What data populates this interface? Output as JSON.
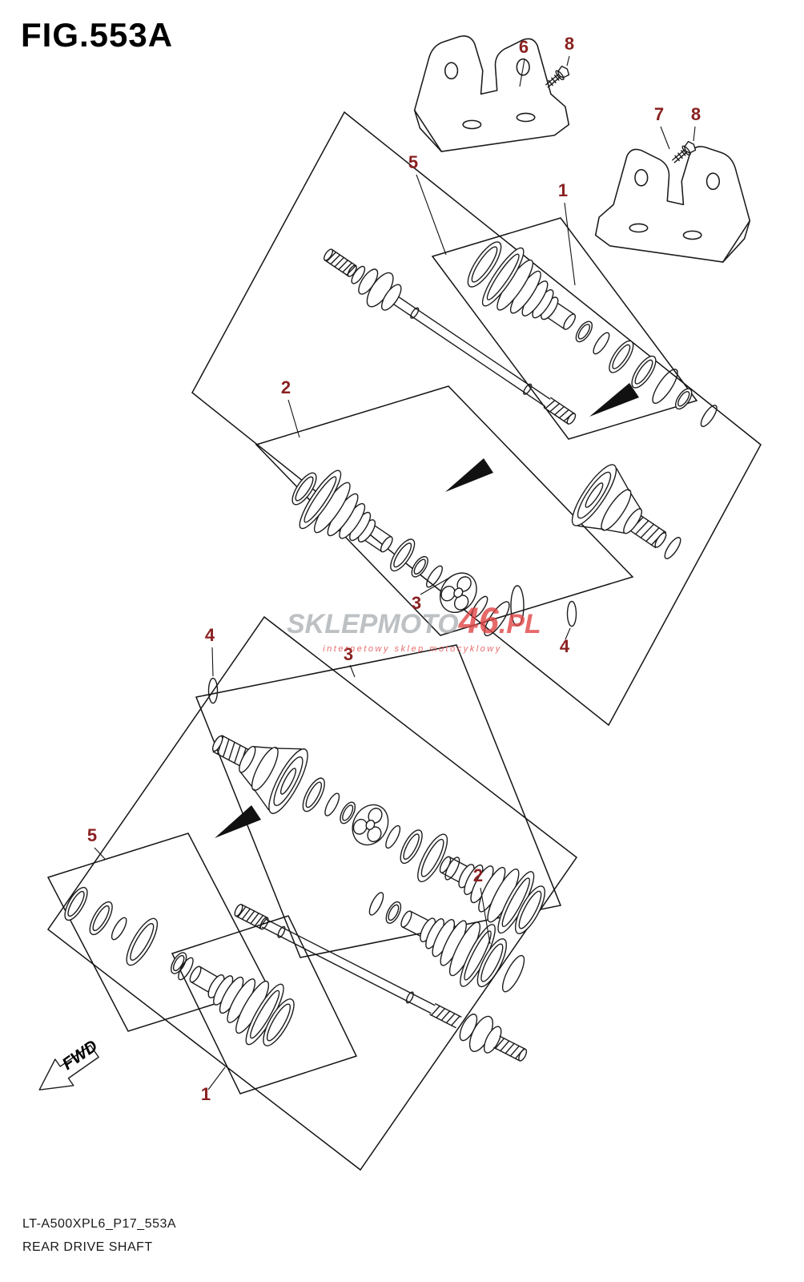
{
  "figure": {
    "title": "FIG.553A",
    "code": "LT-A500XPL6_P17_553A",
    "caption": "REAR DRIVE SHAFT",
    "fwd_label": "FWD"
  },
  "watermark": {
    "brand_main": "SKLEPMOTO",
    "brand_number": "46",
    "brand_suffix": ".PL",
    "tagline": "internetowy sklep motocyklowy"
  },
  "callouts": [
    {
      "id": "6"
    },
    {
      "id": "8"
    },
    {
      "id": "7"
    },
    {
      "id": "8"
    },
    {
      "id": "5"
    },
    {
      "id": "1"
    },
    {
      "id": "2"
    },
    {
      "id": "3"
    },
    {
      "id": "4"
    },
    {
      "id": "4"
    },
    {
      "id": "3"
    },
    {
      "id": "2"
    },
    {
      "id": "5"
    },
    {
      "id": "1"
    }
  ],
  "colors": {
    "callout_number": "#8a2121",
    "line": "#1c1c1c",
    "watermark_red": "#e04545",
    "watermark_gray": "#9aa0a6"
  }
}
